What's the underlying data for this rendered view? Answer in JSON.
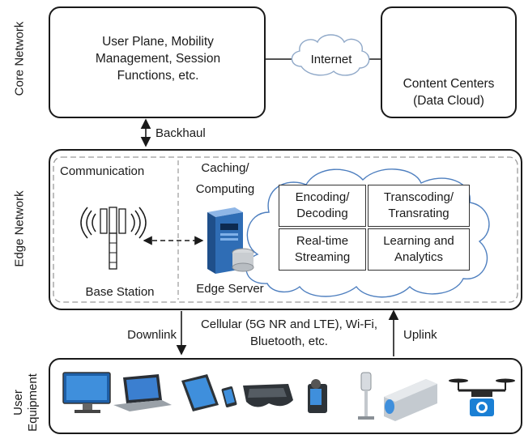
{
  "layers": {
    "core": "Core Network",
    "edge": "Edge Network",
    "ue_line1": "User",
    "ue_line2": "Equipment"
  },
  "core": {
    "functions": "User Plane, Mobility Management, Session Functions, etc.",
    "internet": "Internet",
    "content_centers": "Content Centers (Data Cloud)"
  },
  "links": {
    "backhaul": "Backhaul",
    "downlink": "Downlink",
    "uplink": "Uplink",
    "access": "Cellular (5G NR and LTE), Wi-Fi, Bluetooth, etc."
  },
  "edge": {
    "communication": "Communication",
    "caching": "Caching/ Computing",
    "base_station": "Base Station",
    "edge_server": "Edge Server",
    "functions": [
      "Encoding/ Decoding",
      "Transcoding/ Transrating",
      "Real-time Streaming",
      "Learning and Analytics"
    ]
  },
  "devices": [
    "monitor-icon",
    "laptop-icon",
    "tablet-icon",
    "smartphone-icon",
    "vr-headset-icon",
    "camcorder-icon",
    "iot-sensor-icon",
    "projector-icon",
    "drone-icon"
  ],
  "colors": {
    "border": "#1a1a1a",
    "device_blue": "#2b6fb8",
    "server_blue": "#2f6db5",
    "rack_dark": "#3d4650"
  }
}
